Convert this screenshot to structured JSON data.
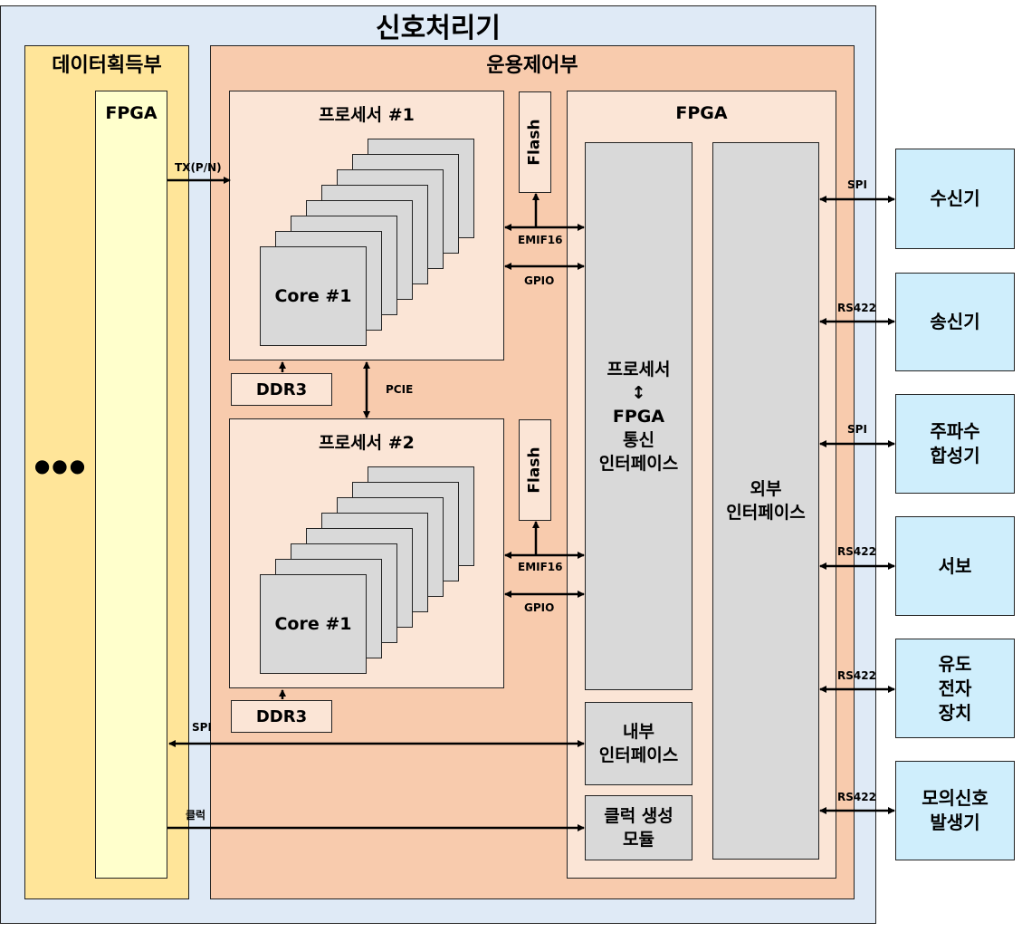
{
  "title": "신호처리기",
  "daq": {
    "title": "데이터획득부",
    "fpga": "FPGA",
    "ellipsis": "●●●"
  },
  "ops": {
    "title": "운용제어부"
  },
  "proc1": {
    "title": "프로세서 #1",
    "core": "Core #1",
    "flash": "Flash",
    "ddr": "DDR3"
  },
  "proc2": {
    "title": "프로세서 #2",
    "core": "Core #1",
    "flash": "Flash",
    "ddr": "DDR3"
  },
  "fpga": {
    "title": "FPGA",
    "proc_if": [
      "프로세서",
      "↕",
      "FPGA",
      "통신",
      "인터페이스"
    ],
    "ext_if": [
      "외부",
      "인터페이스"
    ],
    "int_if": [
      "내부",
      "인터페이스"
    ],
    "clk_mod": [
      "클럭 생성",
      "모듈"
    ]
  },
  "links": {
    "tx": "TX(P/N)",
    "pcie": "PCIE",
    "emif1": "EMIF16",
    "gpio1": "GPIO",
    "emif2": "EMIF16",
    "gpio2": "GPIO",
    "spi_int": "SPI",
    "clock": "클럭",
    "ext1": "SPI",
    "ext2": "RS422",
    "ext3": "SPI",
    "ext4": "RS422",
    "ext5": "RS422",
    "ext6": "RS422"
  },
  "external": [
    [
      "수신기"
    ],
    [
      "송신기"
    ],
    [
      "주파수",
      "합성기"
    ],
    [
      "서보"
    ],
    [
      "유도",
      "전자",
      "장치"
    ],
    [
      "모의신호",
      "발생기"
    ]
  ],
  "colors": {
    "outer": "#dfeaf6",
    "daq": "#ffe599",
    "daq_fpga": "#ffffcc",
    "ops": "#f8cbad",
    "inner": "#fbe5d6",
    "block": "#d9d9d9",
    "external": "#cfeefc"
  }
}
